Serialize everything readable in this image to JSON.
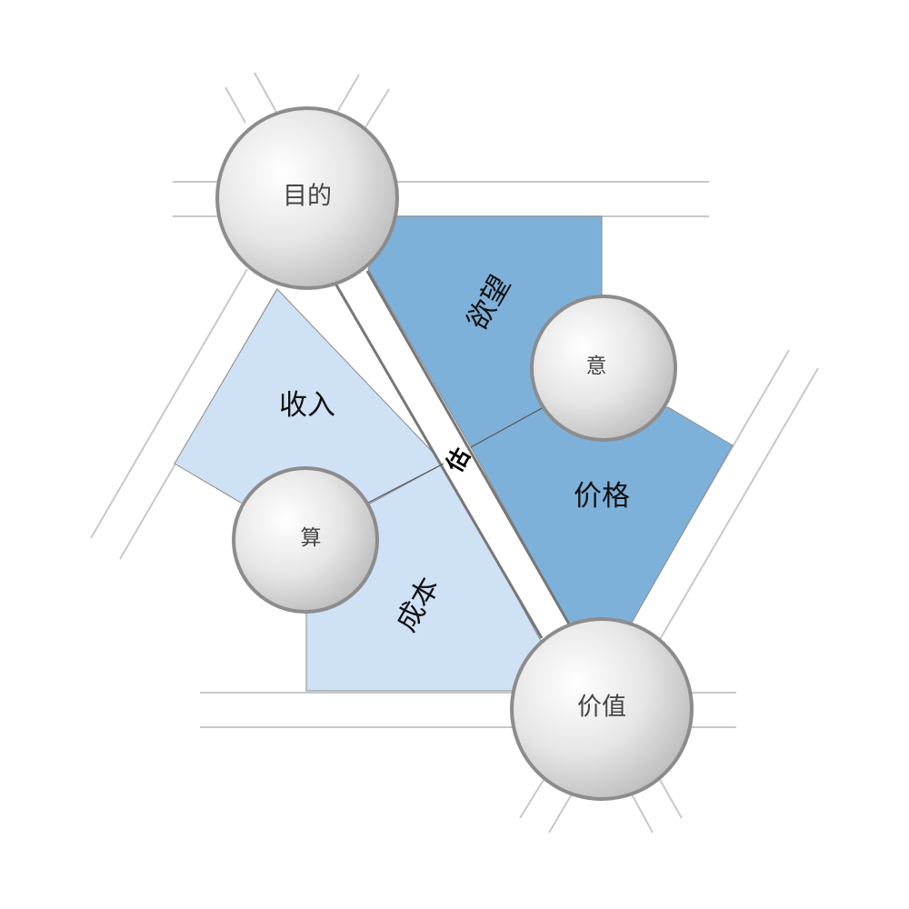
{
  "diagram": {
    "regions": {
      "desire": "欲望",
      "revenue": "收入",
      "price": "价格",
      "cost": "成本"
    },
    "nodes": {
      "purpose": "目的",
      "intent": "意",
      "calc": "算",
      "value": "价值"
    },
    "road_label": "估",
    "colors": {
      "light_blue": "#cfe1f5",
      "mid_blue": "#7eb1da",
      "node_gray": "#cccccc",
      "road_line": "#c8c8c8"
    }
  }
}
